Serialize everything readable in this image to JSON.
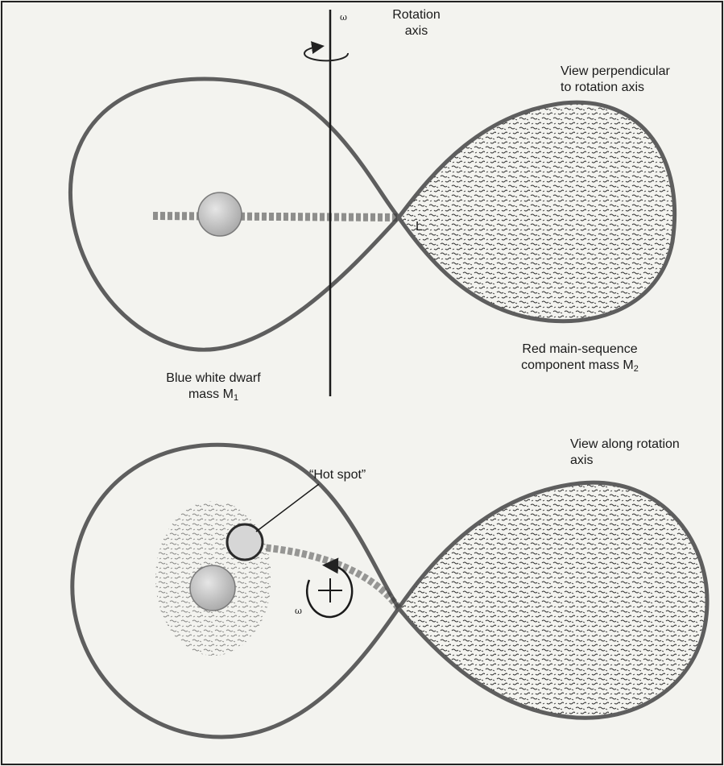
{
  "top_view": {
    "omega_symbol": "ω",
    "rotation_axis_label_line1": "Rotation",
    "rotation_axis_label_line2": "axis",
    "view_label_line1": "View perpendicular",
    "view_label_line2": "to rotation axis",
    "lagrange_point_label": "L",
    "white_dwarf_label_line1": "Blue white dwarf",
    "white_dwarf_label_line2": "mass M",
    "white_dwarf_subscript": "1",
    "red_star_label_line1": "Red main-sequence",
    "red_star_label_line2": "component mass M",
    "red_star_subscript": "2"
  },
  "bottom_view": {
    "view_label_line1": "View along rotation",
    "view_label_line2": "axis",
    "hot_spot_label": "“Hot spot”",
    "omega_symbol": "ω"
  },
  "colors": {
    "lobe_outline": "#5e5e5e",
    "stipple": "#2b2b2b",
    "star": "#c9c9c9",
    "background": "#f3f3ef",
    "border": "#222222"
  }
}
